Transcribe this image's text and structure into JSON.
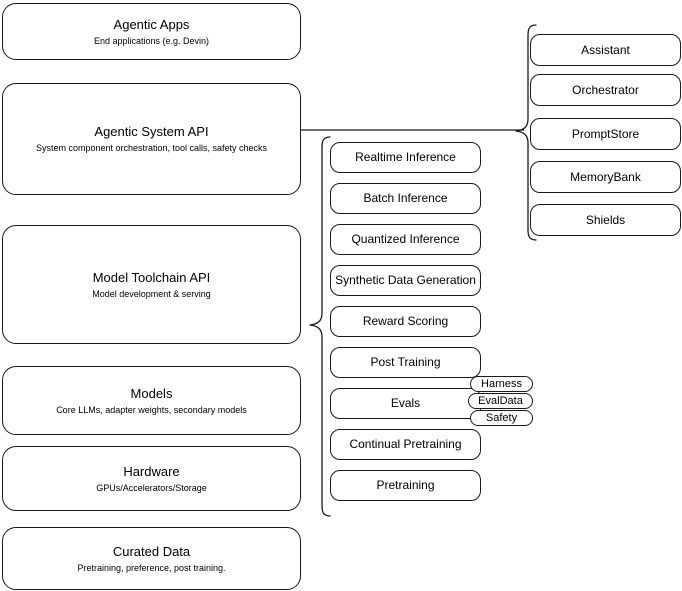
{
  "diagram": {
    "title": "Agentic AI stack layered architecture",
    "stroke_color": "#1a1a1a",
    "background_color": "#ffffff",
    "left_stack": [
      {
        "name": "agentic-apps",
        "title": "Agentic Apps",
        "subtitle": "End applications (e.g. Devin)"
      },
      {
        "name": "agentic-system-api",
        "title": "Agentic System API",
        "subtitle": "System component orchestration, tool calls, safety checks"
      },
      {
        "name": "model-toolchain-api",
        "title": "Model Toolchain API",
        "subtitle": "Model development & serving"
      },
      {
        "name": "models",
        "title": "Models",
        "subtitle": "Core LLMs, adapter weights, secondary models"
      },
      {
        "name": "hardware",
        "title": "Hardware",
        "subtitle": "GPUs/Accelerators/Storage"
      },
      {
        "name": "curated-data",
        "title": "Curated Data",
        "subtitle": "Pretraining, preference, post training."
      }
    ],
    "toolchain_components": [
      {
        "name": "realtime-inference",
        "label": "Realtime Inference"
      },
      {
        "name": "batch-inference",
        "label": "Batch Inference"
      },
      {
        "name": "quantized-inference",
        "label": "Quantized Inference"
      },
      {
        "name": "synthetic-data-generation",
        "label": "Synthetic Data Generation"
      },
      {
        "name": "reward-scoring",
        "label": "Reward Scoring"
      },
      {
        "name": "post-training",
        "label": "Post Training"
      },
      {
        "name": "evals",
        "label": "Evals"
      },
      {
        "name": "continual-pretraining",
        "label": "Continual Pretraining"
      },
      {
        "name": "pretraining",
        "label": "Pretraining"
      }
    ],
    "system_components": [
      {
        "name": "assistant",
        "label": "Assistant"
      },
      {
        "name": "orchestrator",
        "label": "Orchestrator"
      },
      {
        "name": "promptstore",
        "label": "PromptStore"
      },
      {
        "name": "memorybank",
        "label": "MemoryBank"
      },
      {
        "name": "shields",
        "label": "Shields"
      }
    ],
    "eval_tags": [
      {
        "name": "harness",
        "label": "Harness"
      },
      {
        "name": "evaldata",
        "label": "EvalData"
      },
      {
        "name": "safety",
        "label": "Safety"
      }
    ]
  }
}
